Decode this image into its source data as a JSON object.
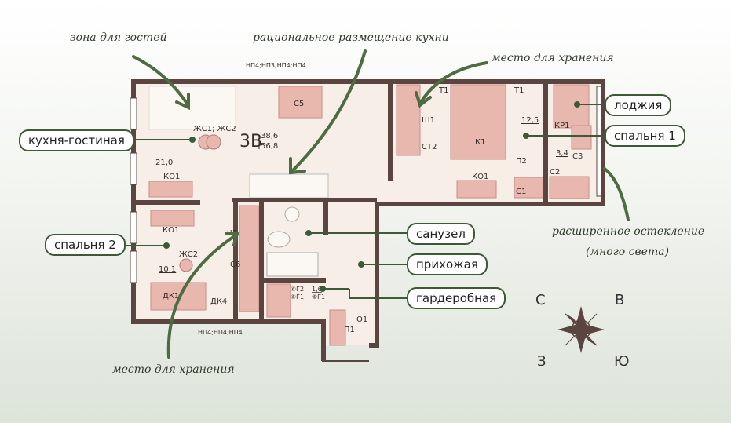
{
  "notes": {
    "guest_zone": "зона для гостей",
    "kitchen_layout": "рациональное размещение кухни",
    "storage_top": "место для хранения",
    "storage_bottom": "место для хранения",
    "glazing_line1": "расширенное остекление",
    "glazing_line2": "(много света)"
  },
  "callouts": {
    "kitchen_living": "кухня-гостиная",
    "bedroom2": "спальня 2",
    "loggia": "лоджия",
    "bedroom1": "спальня 1",
    "bathroom": "санузел",
    "hallway": "прихожая",
    "wardrobe": "гардеробная"
  },
  "plan": {
    "apartment_type": "3В",
    "living_area": "38,6",
    "total_area": "56,8",
    "kitchen_area": "21,0",
    "bedroom2_area": "10,1",
    "bedroom1_area": "12,5",
    "loggia_area": "3,4",
    "wardrobe_area": "1,6",
    "top_marker": "НП4;НП3;НП4;НП4",
    "bottom_marker": "НП4;НП4;НП4",
    "labels": {
      "c5": "С5",
      "zhs12": "ЖС1; ЖС2",
      "ko1_kitchen": "КО1",
      "ko1_bed2": "КО1",
      "zhs2": "ЖС2",
      "dk1": "ДК1",
      "dk4": "ДК4",
      "sh1_left": "Ш1",
      "c6": "С6",
      "sh1_right": "Ш1",
      "ct2": "СТ2",
      "t1a": "Т1",
      "t1b": "Т1",
      "k1": "К1",
      "ko1_bed1": "КО1",
      "p2": "П2",
      "c1": "С1",
      "kp1": "КР1",
      "c3": "С3",
      "c2": "С2",
      "g2": "⑥Г2",
      "g1a": "⑤Г1",
      "g1b": "⑤Г1",
      "p1": "П1",
      "o1": "О1"
    }
  },
  "compass": {
    "n": "С",
    "e": "В",
    "w": "З",
    "s": "Ю"
  }
}
